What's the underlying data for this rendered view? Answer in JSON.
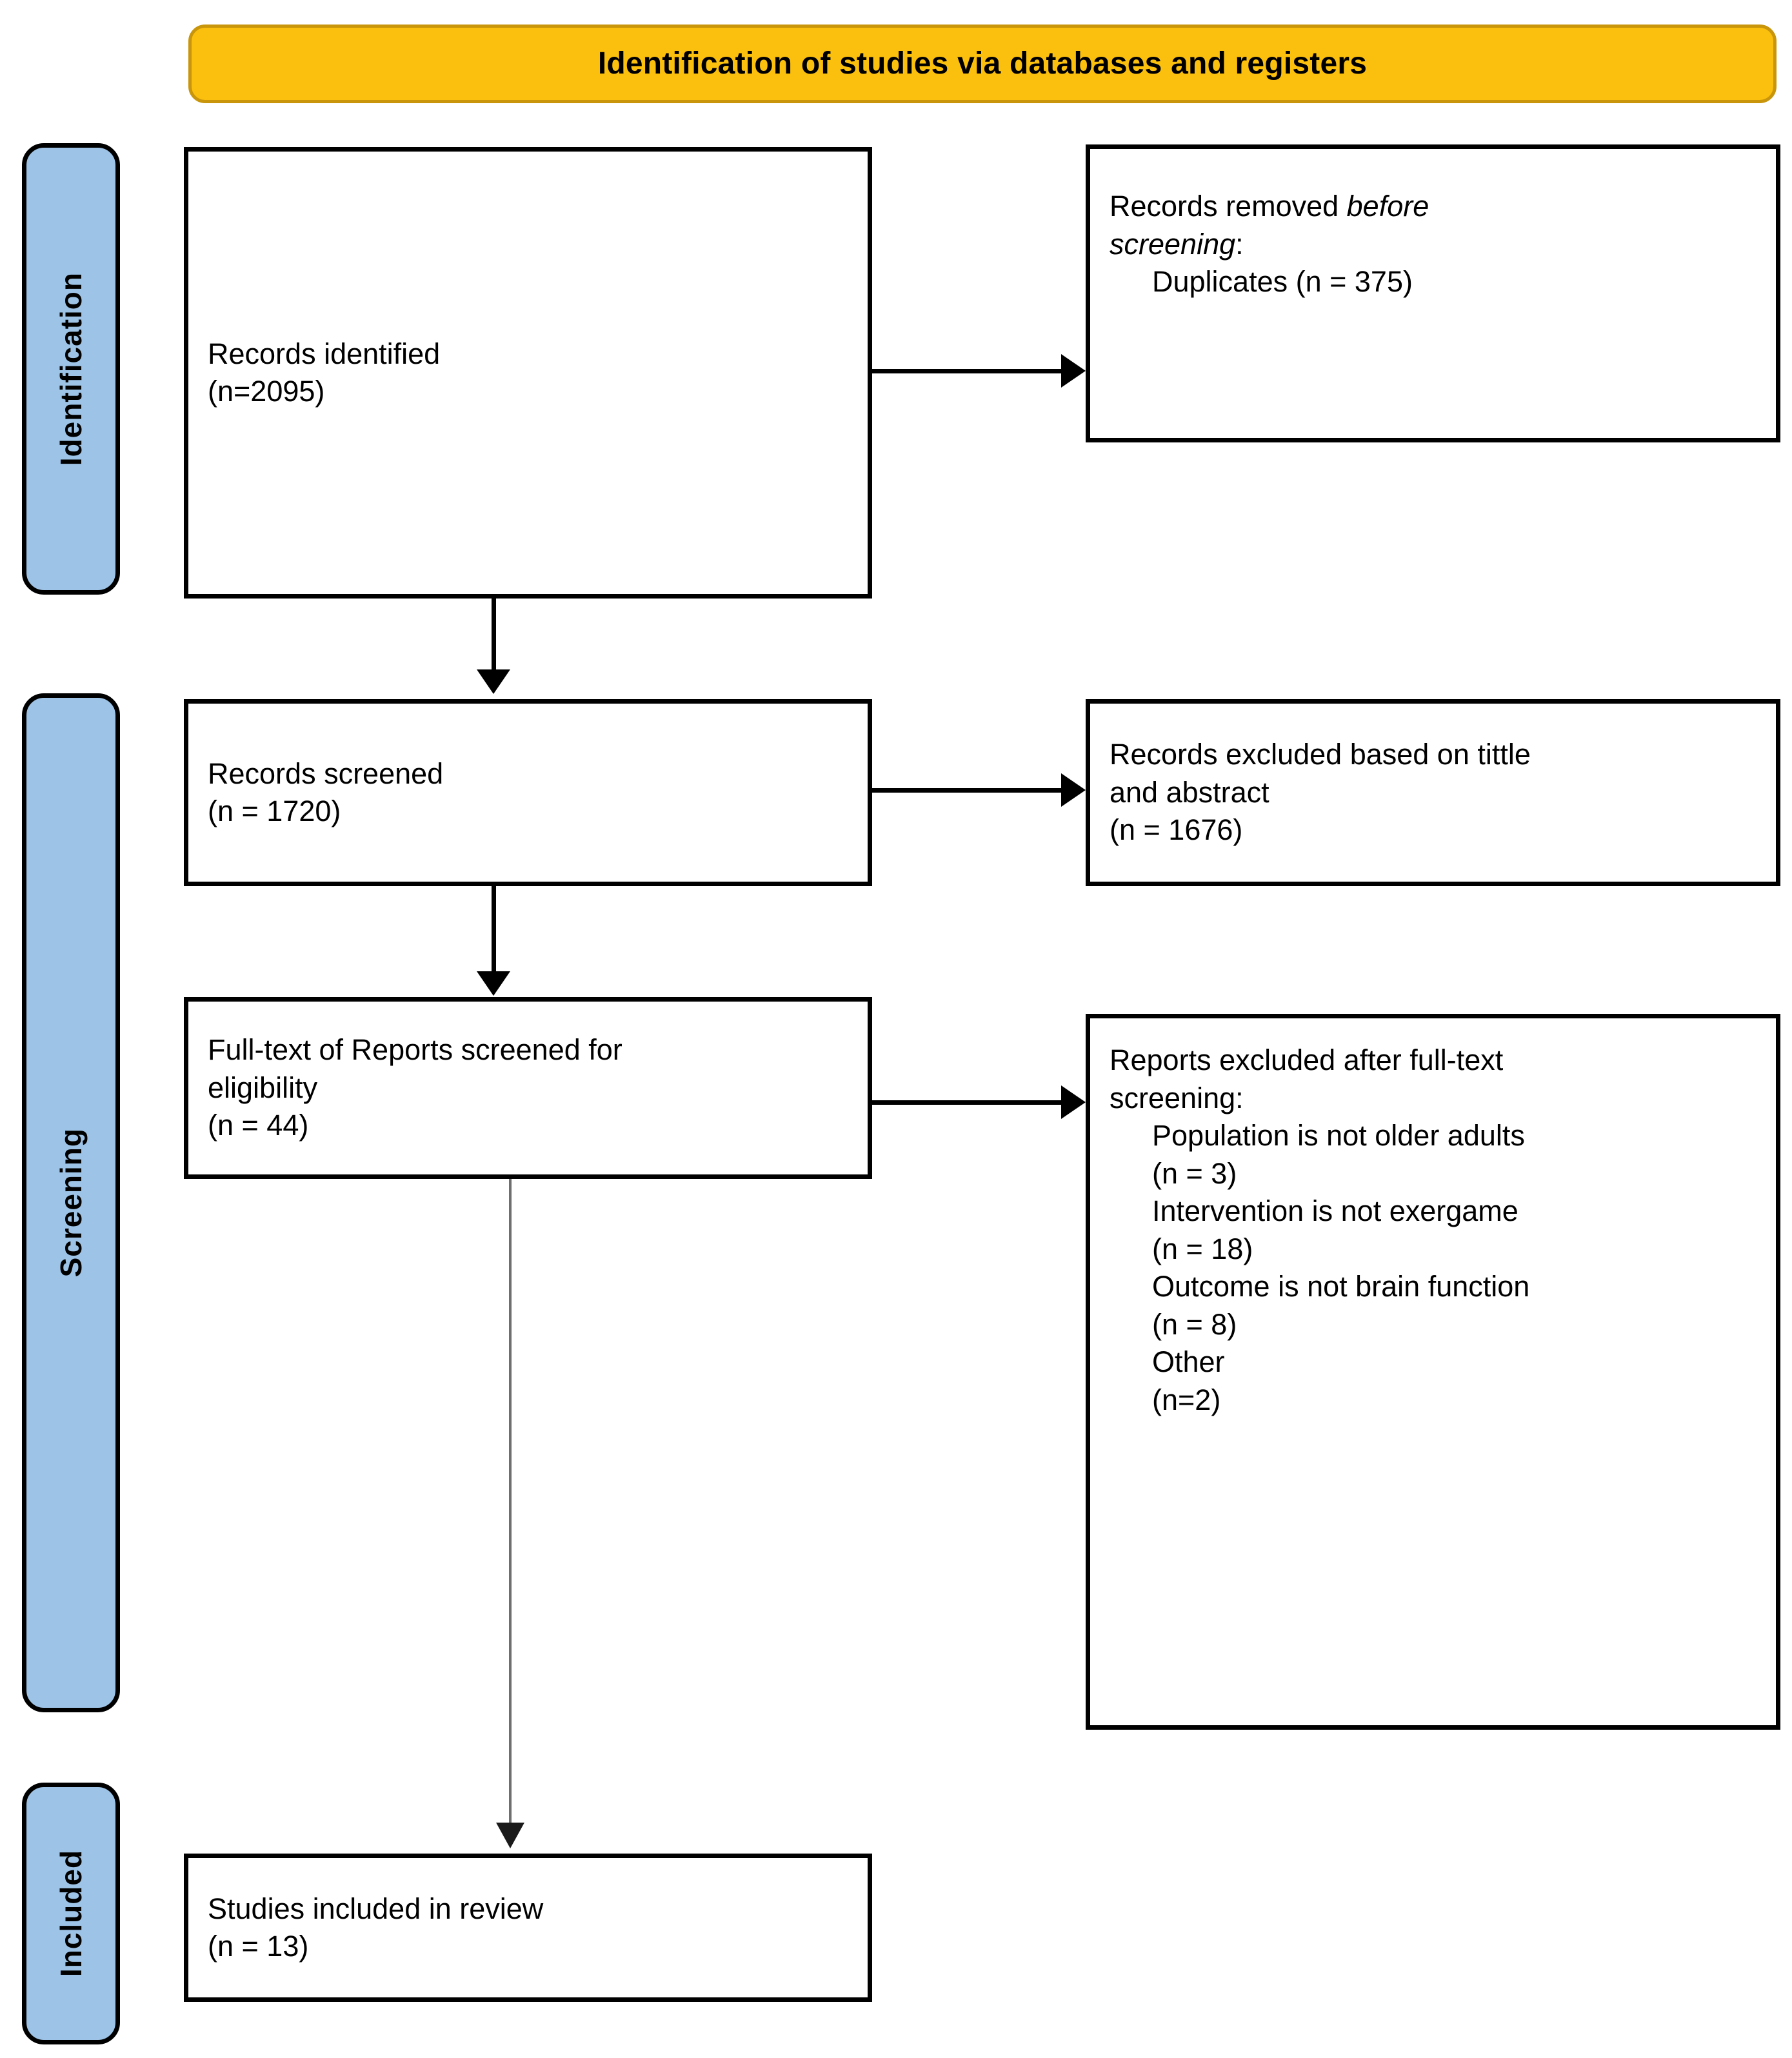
{
  "header": {
    "title": "Identification of studies via databases and registers",
    "background_color": "#FBBF0E",
    "border_color": "#C8950B"
  },
  "stages": {
    "background_color": "#9DC3E6",
    "border_color": "#000000",
    "identification": {
      "label": "Identification"
    },
    "screening": {
      "label": "Screening"
    },
    "included": {
      "label": "Included"
    }
  },
  "boxes": {
    "records_identified": {
      "line1": "Records identified",
      "line2": "(n=2095)"
    },
    "records_removed": {
      "line1_prefix": "Records removed ",
      "line1_italic": "before",
      "line2_italic": "screening",
      "line2_suffix": ":",
      "line3": "Duplicates (n = 375)"
    },
    "records_screened": {
      "line1": "Records screened",
      "line2": "(n = 1720)"
    },
    "records_excluded": {
      "line1": "Records excluded based on tittle",
      "line2": "and abstract",
      "line3": "(n = 1676)"
    },
    "fulltext_screened": {
      "line1": "Full-text of Reports screened for",
      "line2": "eligibility",
      "line3": "(n = 44)"
    },
    "reports_excluded": {
      "line1": "Reports excluded after full-text",
      "line2": "screening:",
      "line3": "Population is not older adults",
      "line4": "(n = 3)",
      "line5": "Intervention is not exergame",
      "line6": "(n = 18)",
      "line7": "Outcome is not brain function",
      "line8": "(n = 8)",
      "line9": "Other",
      "line10": "(n=2)"
    },
    "studies_included": {
      "line1": "Studies included in review",
      "line2": "(n = 13)"
    }
  },
  "chart_data": {
    "type": "diagram",
    "title": "Identification of studies via databases and registers",
    "diagram_kind": "PRISMA 2020 flow diagram",
    "stages": [
      "Identification",
      "Screening",
      "Included"
    ],
    "nodes": [
      {
        "id": "records_identified",
        "stage": "Identification",
        "column": "left",
        "label": "Records identified",
        "n": 2095
      },
      {
        "id": "records_removed",
        "stage": "Identification",
        "column": "right",
        "label": "Records removed before screening: Duplicates",
        "n": 375
      },
      {
        "id": "records_screened",
        "stage": "Screening",
        "column": "left",
        "label": "Records screened",
        "n": 1720
      },
      {
        "id": "records_excluded",
        "stage": "Screening",
        "column": "right",
        "label": "Records excluded based on tittle and abstract",
        "n": 1676
      },
      {
        "id": "fulltext_screened",
        "stage": "Screening",
        "column": "left",
        "label": "Full-text of Reports screened for eligibility",
        "n": 44
      },
      {
        "id": "reports_excluded",
        "stage": "Screening",
        "column": "right",
        "label": "Reports excluded after full-text screening",
        "breakdown": [
          {
            "reason": "Population is not older adults",
            "n": 3
          },
          {
            "reason": "Intervention is not exergame",
            "n": 18
          },
          {
            "reason": "Outcome is not brain function",
            "n": 8
          },
          {
            "reason": "Other",
            "n": 2
          }
        ]
      },
      {
        "id": "studies_included",
        "stage": "Included",
        "column": "left",
        "label": "Studies included in review",
        "n": 13
      }
    ],
    "edges": [
      {
        "from": "records_identified",
        "to": "records_screened",
        "direction": "down"
      },
      {
        "from": "records_identified",
        "to": "records_removed",
        "direction": "right"
      },
      {
        "from": "records_screened",
        "to": "fulltext_screened",
        "direction": "down"
      },
      {
        "from": "records_screened",
        "to": "records_excluded",
        "direction": "right"
      },
      {
        "from": "fulltext_screened",
        "to": "reports_excluded",
        "direction": "right"
      },
      {
        "from": "fulltext_screened",
        "to": "studies_included",
        "direction": "down"
      }
    ]
  }
}
